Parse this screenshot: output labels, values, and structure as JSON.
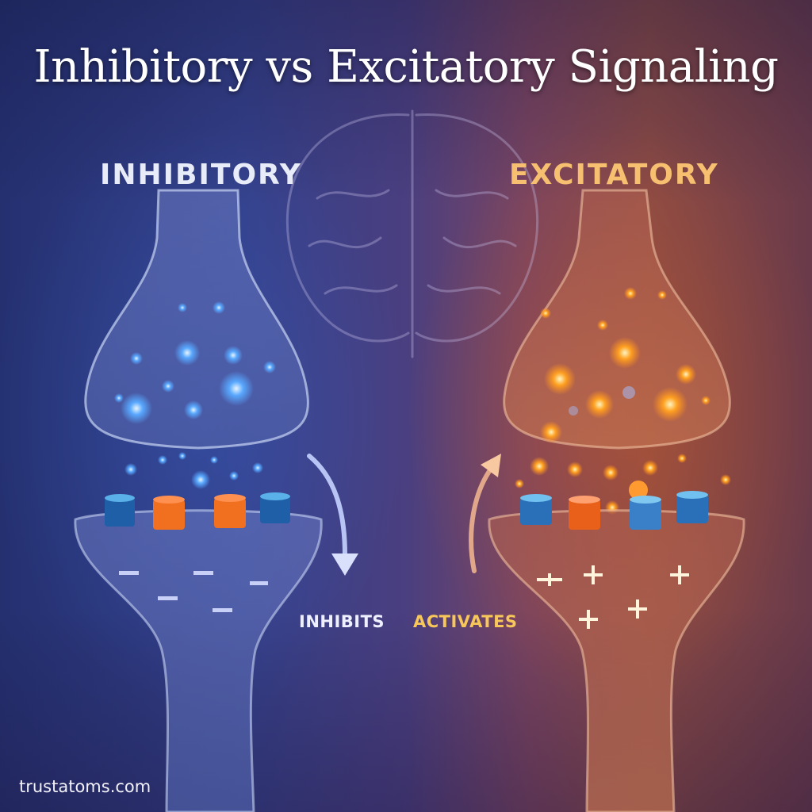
{
  "title": "Inhibitory vs Excitatory Signaling",
  "panels": {
    "inhibitory": {
      "label": "INHIBITORY",
      "action": "INHIBITS",
      "charge_symbol": "−",
      "charge_count": 5,
      "arrow_direction": "down",
      "color_theme": "#3a7ae0",
      "label_color": "#e8ecf8",
      "action_color": "#eef0ff",
      "receptor_colors": [
        "#1e5fa8",
        "#f07020",
        "#f07020",
        "#1e5fa8"
      ]
    },
    "excitatory": {
      "label": "EXCITATORY",
      "action": "ACTIVATES",
      "charge_symbol": "+",
      "charge_count": 5,
      "arrow_direction": "up",
      "color_theme": "#f08a20",
      "label_color": "#f6c070",
      "action_color": "#f7c75a",
      "receptor_colors": [
        "#2a70b8",
        "#e8601a",
        "#3a80c8",
        "#2a70b8"
      ]
    }
  },
  "watermark": "trustatoms.com"
}
